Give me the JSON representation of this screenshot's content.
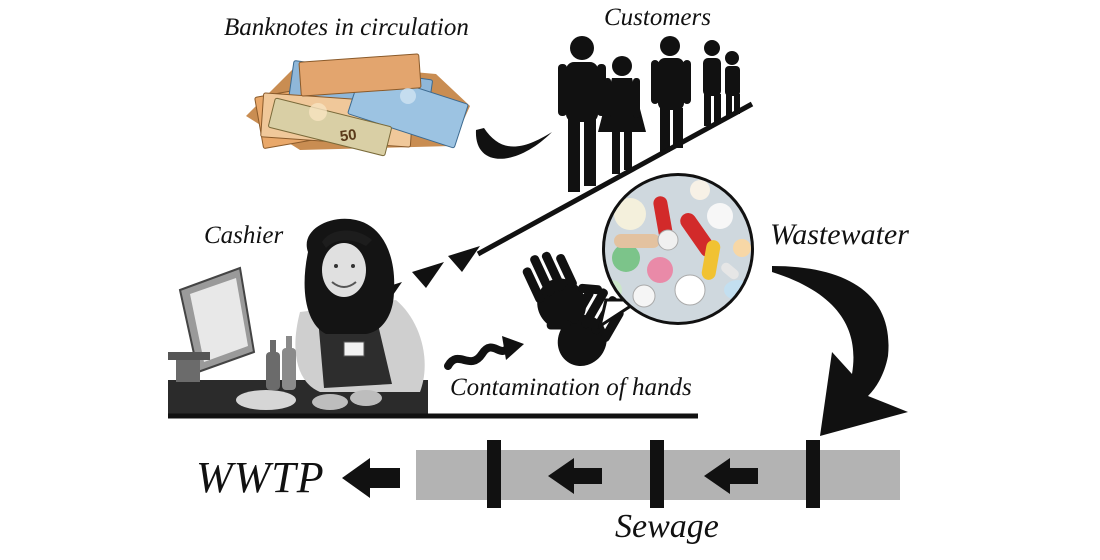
{
  "labels": {
    "banknotes": "Banknotes in circulation",
    "customers": "Customers",
    "cashier": "Cashier",
    "wastewater": "Wastewater",
    "contamination": "Contamination of hands",
    "wwtp": "WWTP",
    "sewage": "Sewage"
  },
  "banknote_face_value": "50",
  "icons": {
    "banknotes": "banknote-pile-icon",
    "customers": "people-queue-icon",
    "cashier": "cashier-woman-icon",
    "pills": "pills-circle-icon",
    "hands": "hands-icon",
    "pipe": "sewage-pipe-icon"
  },
  "colors": {
    "ink": "#111111",
    "pipe": "#b3b3b3",
    "note_orange": "#e9a86a",
    "note_blue": "#8fb7d9",
    "pill_red": "#d22a2a",
    "pill_yellow": "#f1c232",
    "pill_green": "#7cc48a",
    "pill_pink": "#e98aa8"
  }
}
